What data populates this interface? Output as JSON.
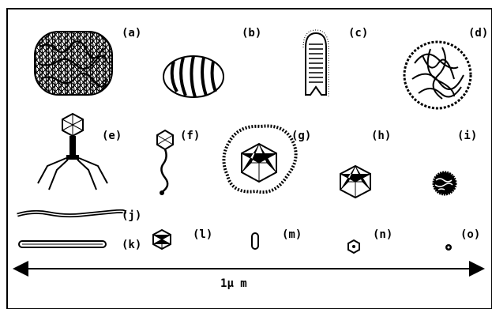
{
  "labels": {
    "a": "(a)",
    "b": "(b)",
    "c": "(c)",
    "d": "(d)",
    "e": "(e)",
    "f": "(f)",
    "g": "(g)",
    "h": "(h)",
    "i": "(i)",
    "j": "(j)",
    "k": "(k)",
    "l": "(l)",
    "m": "(m)",
    "n": "(n)",
    "o": "(o)"
  },
  "scale": {
    "value": "1",
    "unit": "μ m"
  },
  "colors": {
    "ink": "#000000",
    "paper": "#ffffff"
  }
}
